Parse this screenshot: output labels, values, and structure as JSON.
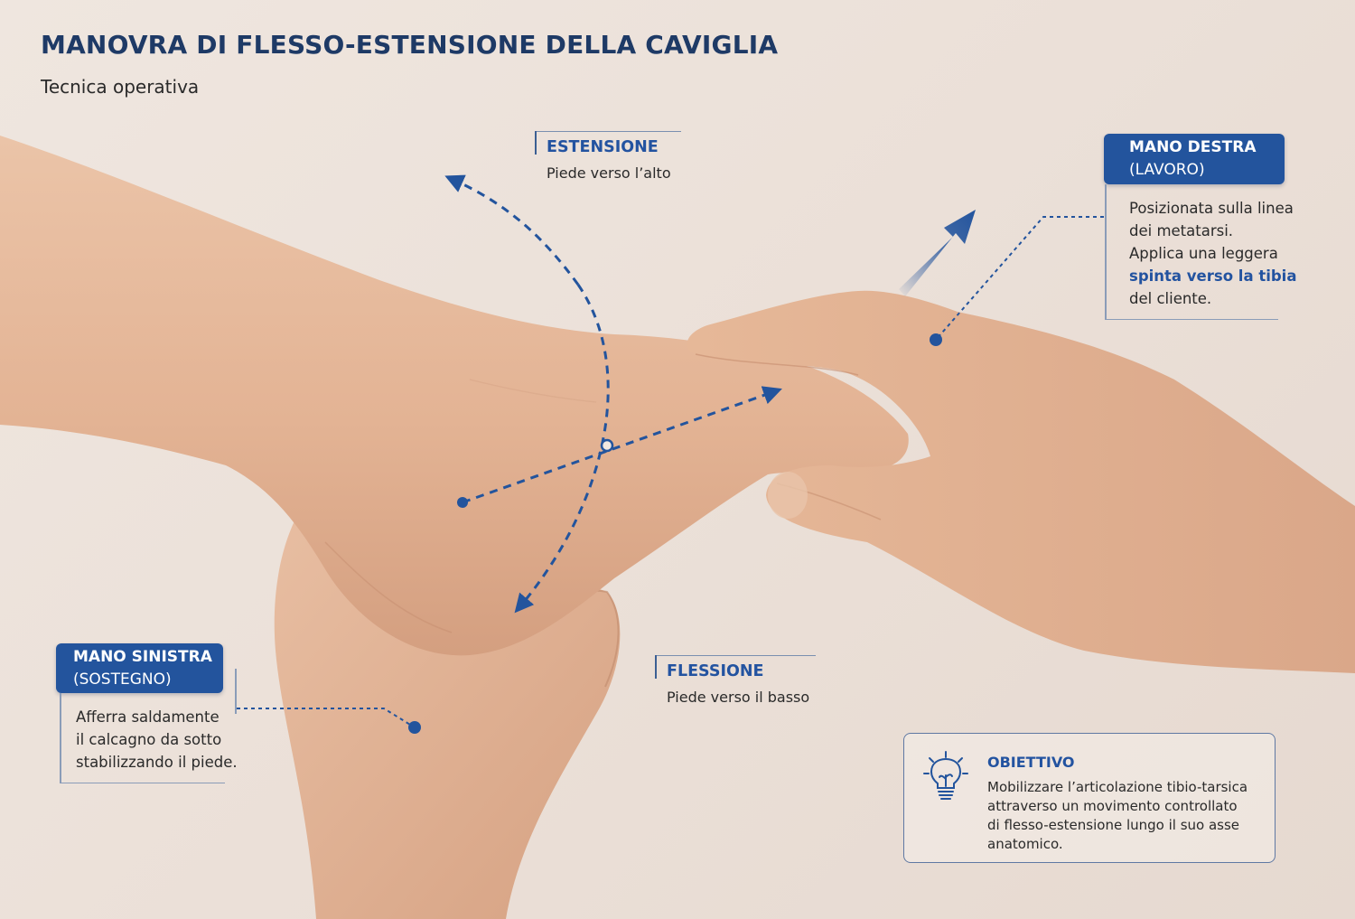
{
  "title": "MANOVRA DI FLESSO-ESTENSIONE DELLA CAVIGLIA",
  "subtitle": "Tecnica operativa",
  "extension": {
    "label": "ESTENSIONE",
    "description": "Piede verso l’alto"
  },
  "flexion": {
    "label": "FLESSIONE",
    "description": "Piede verso il basso"
  },
  "right_hand": {
    "title": "MANO DESTRA",
    "subtitle": "(LAVORO)",
    "line1": "Posizionata sulla linea",
    "line2": "dei metatarsi.",
    "line3": "Applica una leggera",
    "highlight": "spinta verso la tibia",
    "line5": "del cliente."
  },
  "left_hand": {
    "title": "MANO SINISTRA",
    "subtitle": "(SOSTEGNO)",
    "line1": "Afferra saldamente",
    "line2": "il calcagno da sotto",
    "line3": "stabilizzando il piede."
  },
  "goal": {
    "icon": "lightbulb-icon",
    "title": "OBIETTIVO",
    "line1": "Mobilizzare l’articolazione tibio-tarsica",
    "line2": "attraverso un movimento controllato",
    "line3": "di flesso-estensione lungo il suo asse",
    "line4": "anatomico."
  },
  "colors": {
    "accent": "#23549d",
    "title": "#1e3a66",
    "skin": "#e3b89c",
    "background": "#ece1d9"
  }
}
